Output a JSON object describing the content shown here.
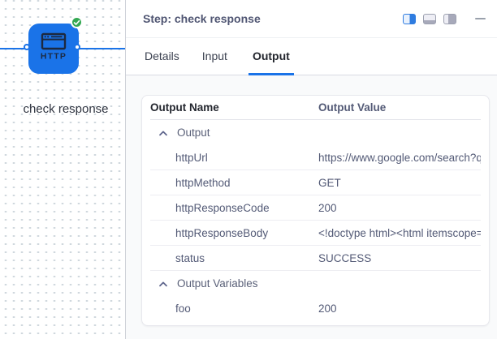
{
  "colors": {
    "accent_blue": "#1a73e8",
    "success_green": "#34a853"
  },
  "canvas": {
    "node_label": "check response",
    "node_icon_text": "HTTP",
    "node_icon": "http-browser-icon",
    "badge_icon": "success-check-icon"
  },
  "panel": {
    "title": "Step: check response",
    "header_icons": [
      "layout-split-view-icon",
      "layout-bottom-panel-icon",
      "layout-right-panel-icon",
      "minimize-icon"
    ],
    "tabs": [
      {
        "label": "Details",
        "active": false
      },
      {
        "label": "Input",
        "active": false
      },
      {
        "label": "Output",
        "active": true
      }
    ],
    "table": {
      "columns": {
        "name": "Output Name",
        "value": "Output Value"
      },
      "groups": [
        {
          "label": "Output",
          "rows": [
            {
              "name": "httpUrl",
              "value": "https://www.google.com/search?q="
            },
            {
              "name": "httpMethod",
              "value": "GET"
            },
            {
              "name": "httpResponseCode",
              "value": "200"
            },
            {
              "name": "httpResponseBody",
              "value": "<!doctype html><html itemscope=\""
            },
            {
              "name": "status",
              "value": "SUCCESS"
            }
          ]
        },
        {
          "label": "Output Variables",
          "rows": [
            {
              "name": "foo",
              "value": "200"
            }
          ]
        }
      ]
    }
  }
}
